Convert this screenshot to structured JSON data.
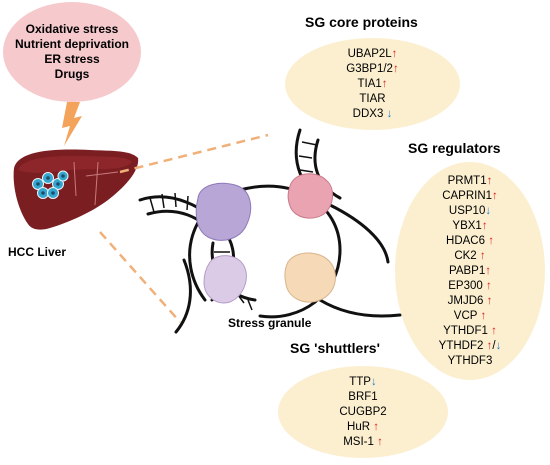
{
  "stress_factors": [
    "Oxidative stress",
    "Nutrient deprivation",
    "ER stress",
    "Drugs"
  ],
  "organ_label": "HCC Liver",
  "granule_label": "Stress granule",
  "core": {
    "title": "SG core proteins",
    "items": [
      {
        "name": "UBAP2L",
        "arrow": "↑",
        "dir": "up"
      },
      {
        "name": "G3BP1/2",
        "arrow": "↑",
        "dir": "up"
      },
      {
        "name": "TIA1",
        "arrow": "↑",
        "dir": "up"
      },
      {
        "name": "TIAR",
        "arrow": "",
        "dir": ""
      },
      {
        "name": "DDX3",
        "arrow": "↓",
        "dir": "down"
      }
    ]
  },
  "regulators": {
    "title": "SG regulators",
    "items": [
      {
        "name": "PRMT1",
        "arrow": "↑",
        "dir": "up"
      },
      {
        "name": "CAPRIN1",
        "arrow": "↑",
        "dir": "up"
      },
      {
        "name": "USP10",
        "arrow": "↓",
        "dir": "down"
      },
      {
        "name": "YBX1",
        "arrow": "↑",
        "dir": "up"
      },
      {
        "name": "HDAC6",
        "arrow": "↑",
        "dir": "up"
      },
      {
        "name": "CK2",
        "arrow": "↑",
        "dir": "up"
      },
      {
        "name": "PABP1",
        "arrow": "↑",
        "dir": "up"
      },
      {
        "name": "EP300",
        "arrow": "↑",
        "dir": "up"
      },
      {
        "name": "JMJD6",
        "arrow": "↑",
        "dir": "up"
      },
      {
        "name": "VCP",
        "arrow": "↑",
        "dir": "up"
      },
      {
        "name": "YTHDF1",
        "arrow": "↑",
        "dir": "up"
      },
      {
        "name": "YTHDF2",
        "arrow": "↑",
        "dir": "up",
        "sep": "/",
        "arrow2": "↓"
      },
      {
        "name": "YTHDF3",
        "arrow": "",
        "dir": ""
      }
    ]
  },
  "shuttlers": {
    "title": "SG 'shuttlers'",
    "items": [
      {
        "name": "TTP",
        "arrow": "↓",
        "dir": "down"
      },
      {
        "name": "BRF1",
        "arrow": "",
        "dir": ""
      },
      {
        "name": "CUGBP2",
        "arrow": "",
        "dir": ""
      },
      {
        "name": "HuR",
        "arrow": "↑",
        "dir": "up"
      },
      {
        "name": "MSI-1",
        "arrow": "↑",
        "dir": "up"
      }
    ]
  },
  "colors": {
    "stress_bubble": "#f6c9cd",
    "oval_fill": "#fbefd0",
    "up_arrow": "#e02424",
    "down_arrow": "#2a7fd4",
    "lightning": "#f4a35a",
    "liver": "#7b1e22"
  }
}
